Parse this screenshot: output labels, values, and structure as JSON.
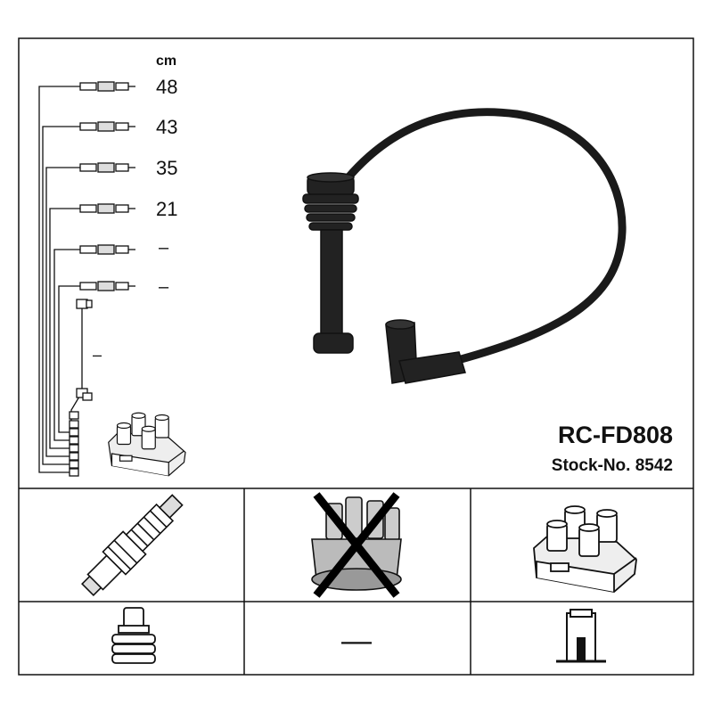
{
  "product": {
    "code": "RC-FD808",
    "stock": "Stock-No. 8542"
  },
  "wires": {
    "unit": "cm",
    "lengths": [
      "48",
      "43",
      "35",
      "21",
      "–",
      "–"
    ],
    "coil_lead_length": "–"
  },
  "components": {
    "distributor_cap_dash": "—"
  },
  "colors": {
    "line": "#111111",
    "cable": "#1a1a1a",
    "background": "#ffffff"
  }
}
